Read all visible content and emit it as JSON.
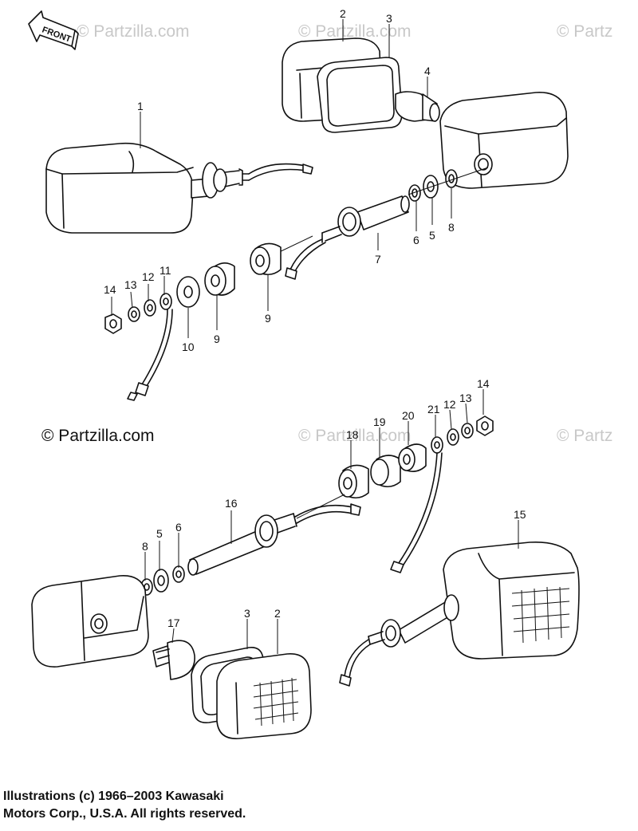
{
  "front_badge": "FRONT",
  "watermarks": {
    "dark": "© Partzilla.com",
    "light": "© Partzilla.com",
    "light_cut": "© Partz"
  },
  "callouts": {
    "n1": "1",
    "n2": "2",
    "n3": "3",
    "n4": "4",
    "n5": "5",
    "n6": "6",
    "n7": "7",
    "n8": "8",
    "n9": "9",
    "n10": "10",
    "n11": "11",
    "n12": "12",
    "n13": "13",
    "n14": "14",
    "n15": "15",
    "n16": "16",
    "n17": "17",
    "n18": "18",
    "n19": "19",
    "n20": "20",
    "n21": "21"
  },
  "copyright": {
    "line1": "Illustrations (c) 1966–2003 Kawasaki",
    "line2": "Motors Corp., U.S.A.  All rights reserved."
  }
}
